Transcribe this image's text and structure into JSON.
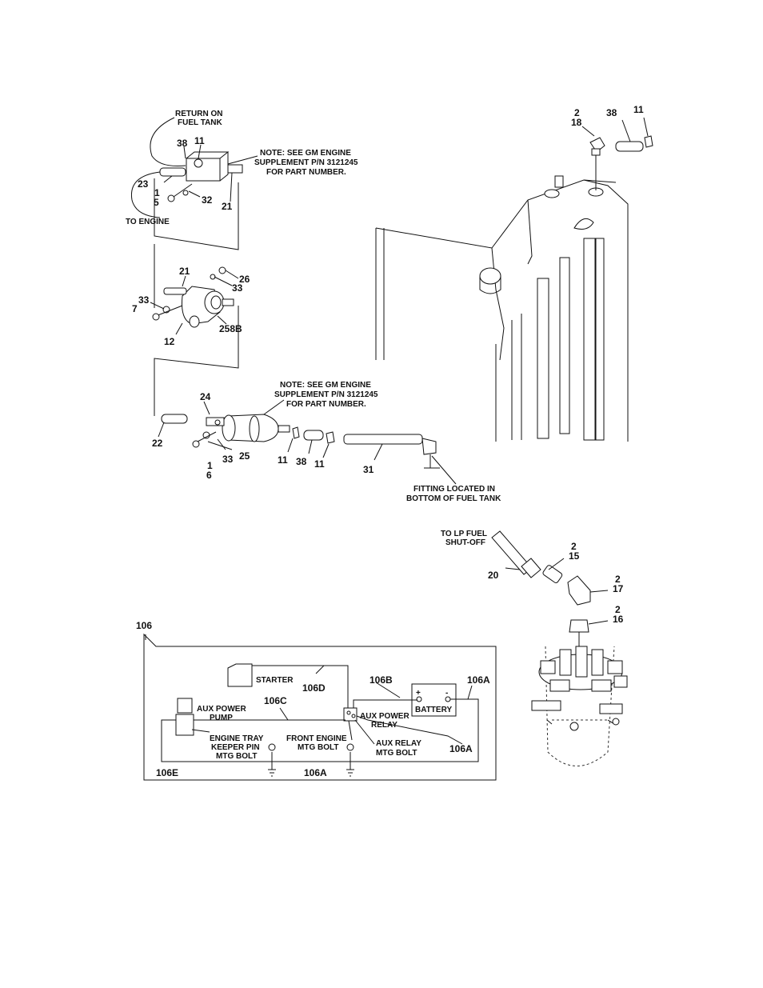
{
  "notes": {
    "return_on_fuel_tank": [
      "RETURN ON",
      "FUEL TANK"
    ],
    "to_engine": "TO ENGINE",
    "note_gm_1": [
      "NOTE:  SEE GM ENGINE",
      "SUPPLEMENT P/N 3121245",
      "FOR PART NUMBER."
    ],
    "note_gm_2": [
      "NOTE:  SEE GM ENGINE",
      "SUPPLEMENT P/N 3121245",
      "FOR PART NUMBER."
    ],
    "fitting_located": [
      "FITTING LOCATED IN",
      "BOTTOM OF FUEL TANK"
    ],
    "to_lp_fuel": [
      "TO LP FUEL",
      "SHUT-OFF"
    ]
  },
  "callouts": {
    "c38a": "38",
    "c11a": "11",
    "c23": "23",
    "c1a": "1",
    "c5": "5",
    "c32": "32",
    "c21a": "21",
    "c21b": "21",
    "c26": "26",
    "c33a": "33",
    "c33b": "33",
    "c7": "7",
    "c258b": "258B",
    "c12": "12",
    "c24": "24",
    "c22": "22",
    "c1b": "1",
    "c6": "6",
    "c33c": "33",
    "c25": "25",
    "c11b": "11",
    "c38b": "38",
    "c11c": "11",
    "c31": "31",
    "c2a": "2",
    "c18": "18",
    "c38c": "38",
    "c11d": "11",
    "c2b": "2",
    "c15": "15",
    "c20": "20",
    "c2c": "2",
    "c17": "17",
    "c2d": "2",
    "c16": "16"
  },
  "wiring": {
    "title": "106",
    "starter": "STARTER",
    "w106d": "106D",
    "w106b": "106B",
    "w106a_top": "106A",
    "battery": "BATTERY",
    "plus": "+",
    "minus": "-",
    "w106c": "106C",
    "aux_power_pump": [
      "AUX POWER",
      "PUMP"
    ],
    "aux_power_relay": [
      "AUX POWER",
      "RELAY"
    ],
    "engine_tray": [
      "ENGINE TRAY",
      "KEEPER PIN",
      "MTG BOLT"
    ],
    "front_engine": [
      "FRONT ENGINE",
      "MTG BOLT"
    ],
    "aux_relay_mtg": [
      "AUX RELAY",
      "MTG BOLT"
    ],
    "w106a_right": "106A",
    "w106e": "106E",
    "w106a_bottom": "106A"
  }
}
